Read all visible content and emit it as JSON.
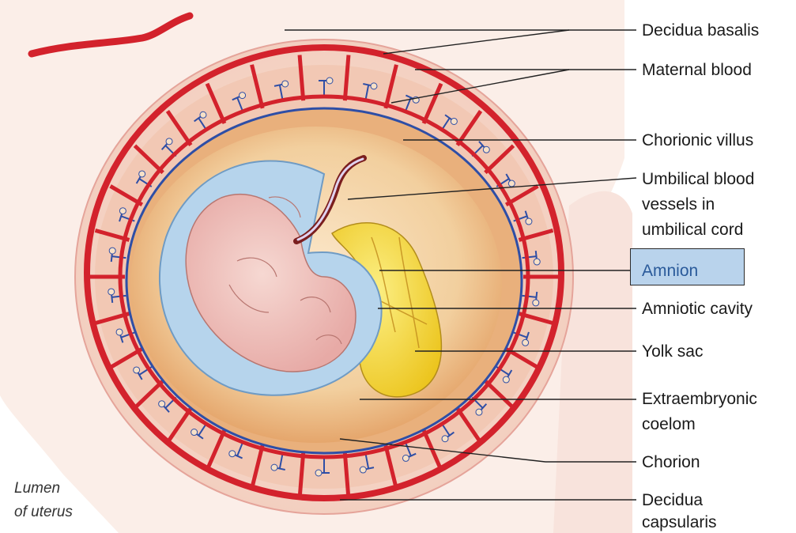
{
  "labels": {
    "decidua_basalis": "Decidua basalis",
    "maternal_blood": "Maternal blood",
    "chorionic_villus": "Chorionic villus",
    "umbilical_1": "Umbilical blood",
    "umbilical_2": "vessels in",
    "umbilical_3": "umbilical cord",
    "amnion": "Amnion",
    "amniotic_cavity": "Amniotic cavity",
    "yolk_sac": "Yolk sac",
    "extraembryonic_1": "Extraembryonic",
    "extraembryonic_2": "coelom",
    "chorion": "Chorion",
    "decidua_capsularis_1": "Decidua",
    "decidua_capsularis_2": "capsularis",
    "lumen_1": "Lumen",
    "lumen_2": "of uterus"
  },
  "highlight": {
    "label": "Amnion",
    "color": "#b9d3ec"
  },
  "colors": {
    "blood_red": "#d3222c",
    "vein_blue": "#2e4ea6",
    "decidua_pink": "#f6dcd0",
    "chorion_orange": "#e9b07c",
    "coelom_tan": "#f3d6ae",
    "amnion_blue": "#b6d4ec",
    "embryo_pink": "#f2c9c2",
    "yolk_yellow": "#f6dc3c"
  }
}
